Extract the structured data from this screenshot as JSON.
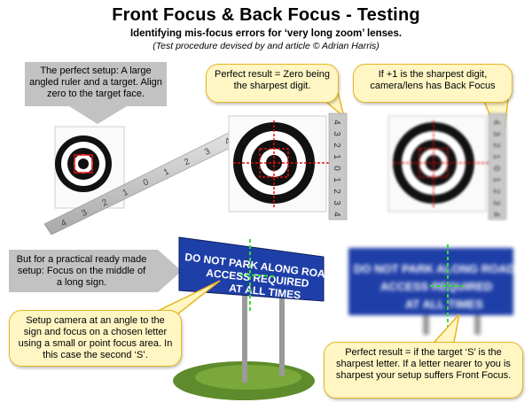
{
  "header": {
    "title": "Front Focus & Back Focus - Testing",
    "subtitle": "Identifying mis-focus errors for ‘very long zoom’ lenses.",
    "credit": "(Test procedure devised by and article © Adrian Harris)"
  },
  "callouts": {
    "perfect_setup": "The perfect setup: A large angled ruler and a target. Align zero to the target face.",
    "zero_sharpest": "Perfect result = Zero being the sharpest digit.",
    "back_focus": "If +1 is the sharpest digit, camera/lens has Back Focus",
    "practical_setup": "But for a practical ready made setup: Focus on the middle of a long sign.",
    "setup_camera": "Setup camera at an angle to the sign and focus on a chosen letter using a small or point focus area. In this case the second ‘S’.",
    "front_focus": "Perfect result = if the target ‘S’ is the sharpest letter. If a letter nearer to you is sharpest your setup suffers Front Focus."
  },
  "ruler_digits_angled": [
    "4",
    "3",
    "2",
    "1",
    "0",
    "1",
    "2",
    "3",
    "4"
  ],
  "ruler_digits_vertical": [
    "4",
    "3",
    "2",
    "1",
    "0",
    "1",
    "2",
    "3",
    "4"
  ],
  "sign": {
    "line1": "DO NOT PARK ALONG ROAD",
    "line2": "ACCESS REQUIRED",
    "line3": "AT ALL TIMES"
  },
  "colors": {
    "callout_fill": "#fff6c4",
    "callout_border": "#e8b520",
    "grey_callout": "#c2c2c2",
    "sign_blue": "#1f3fa8",
    "focus_mark": "#e01010",
    "focus_mark_sign": "#33dd33"
  }
}
